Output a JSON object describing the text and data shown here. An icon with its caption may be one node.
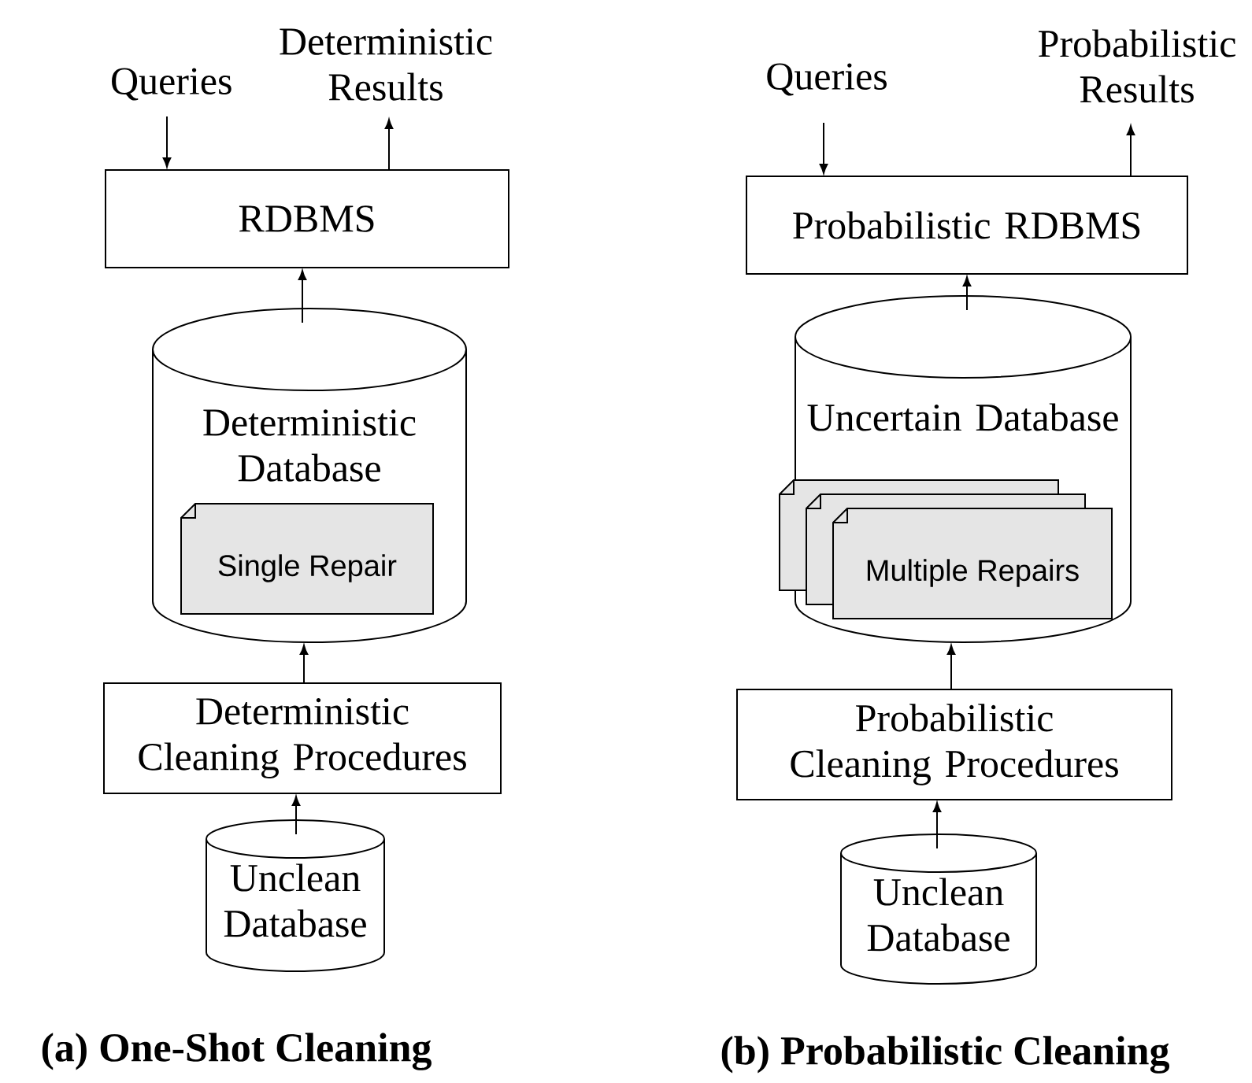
{
  "diagram": {
    "nodes": [
      {
        "text": [
          "Queries"
        ]
      },
      {
        "text": [
          "Deterministic Results"
        ]
      },
      {
        "text": [
          "RDBMS"
        ]
      },
      {
        "text": [
          "Deterministic Database"
        ]
      },
      {
        "text": [
          "Single Repair"
        ],
        "in": 3
      },
      {
        "text": [
          "Deterministic Cleaning Procedures"
        ]
      },
      {
        "text": [
          "Unclean Database"
        ]
      },
      {
        "text": [
          "Queries"
        ]
      },
      {
        "text": [
          "Probabilistic Results"
        ]
      },
      {
        "text": [
          "Probabilistic RDBMS"
        ]
      },
      {
        "text": [
          "Uncertain Database"
        ]
      },
      {
        "text": [
          "Multiple Repairs"
        ],
        "in": 10
      },
      {
        "text": [
          "Probabilistic Cleaning Procedures"
        ]
      },
      {
        "text": [
          "Unclean Database"
        ]
      }
    ],
    "edges": [
      {
        "from": 0,
        "to": 2,
        "arrow": "to"
      },
      {
        "from": 2,
        "to": 1,
        "arrow": "to"
      },
      {
        "from": 3,
        "to": 2,
        "arrow": "to"
      },
      {
        "from": 5,
        "to": 3,
        "arrow": "to"
      },
      {
        "from": 6,
        "to": 5,
        "arrow": "to"
      },
      {
        "from": 7,
        "to": 9,
        "arrow": "to"
      },
      {
        "from": 9,
        "to": 8,
        "arrow": "to"
      },
      {
        "from": 10,
        "to": 9,
        "arrow": "to"
      },
      {
        "from": 12,
        "to": 10,
        "arrow": "to"
      },
      {
        "from": 13,
        "to": 12,
        "arrow": "to"
      }
    ],
    "labels": [
      "(a) One-Shot Cleaning",
      "(b) Probabilistic Cleaning"
    ]
  }
}
